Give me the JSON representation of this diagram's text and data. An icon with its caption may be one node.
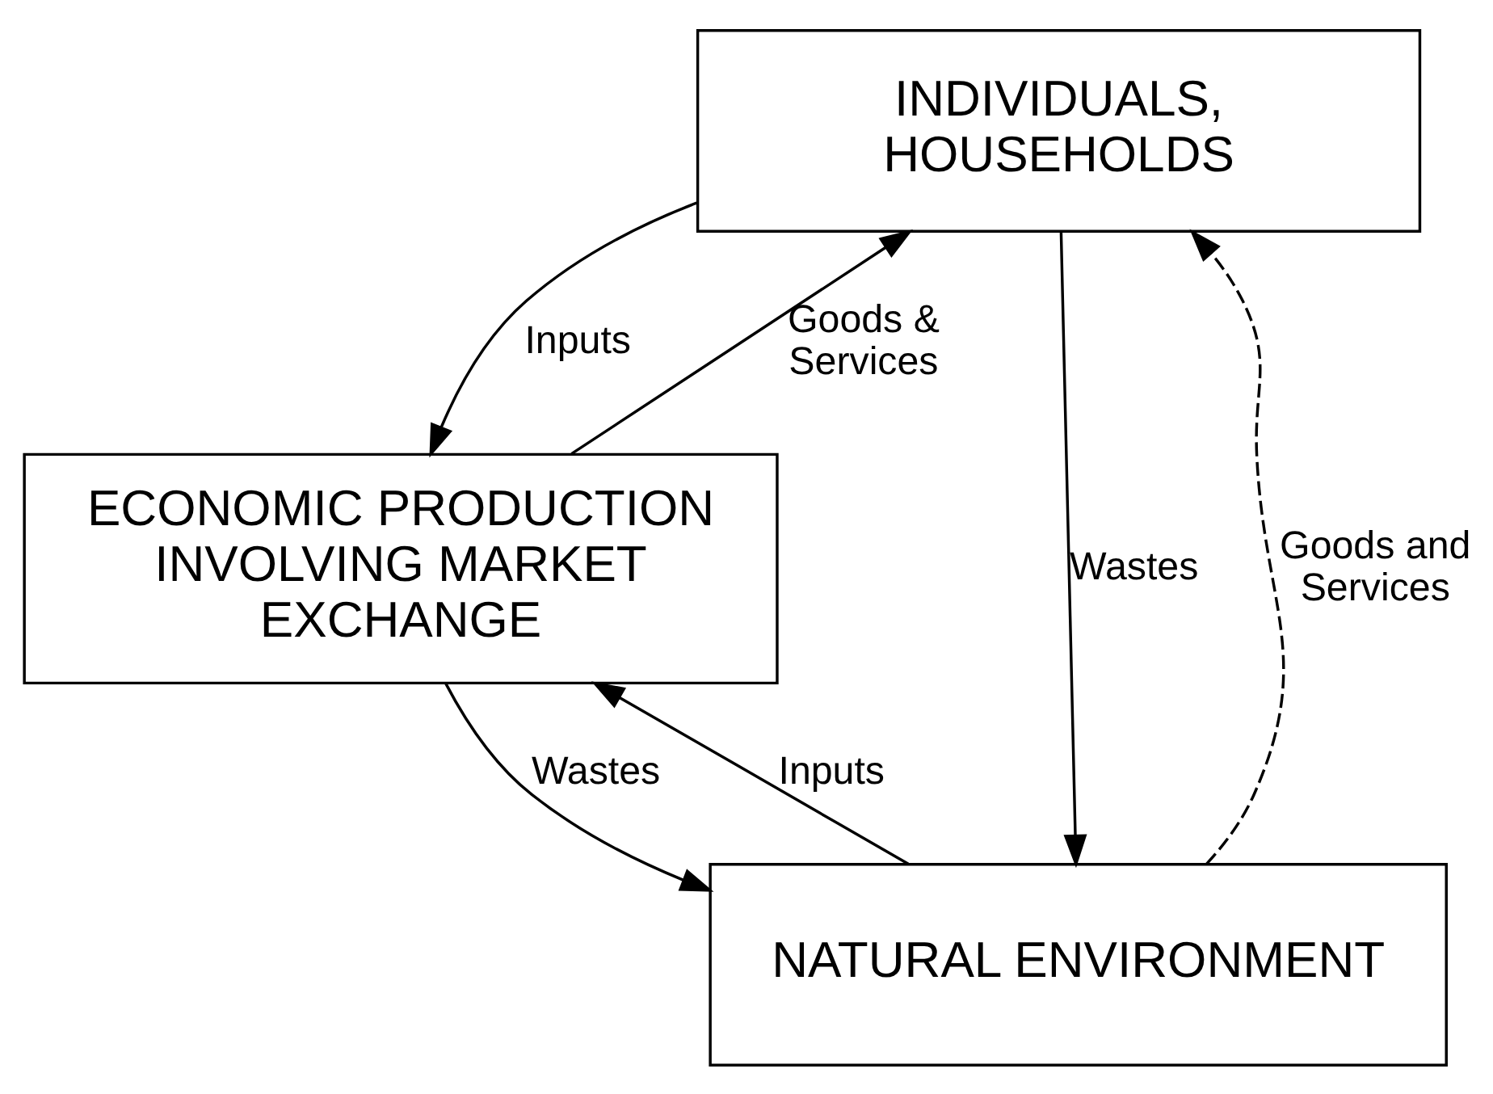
{
  "diagram": {
    "nodes": [
      {
        "text": [
          "INDIVIDUALS, HOUSEHOLDS"
        ]
      },
      {
        "text": [
          "ECONOMIC PRODUCTION INVOLVING MARKET EXCHANGE"
        ]
      },
      {
        "text": [
          "NATURAL ENVIRONMENT"
        ]
      }
    ],
    "edges": [
      {
        "from": 1,
        "to": 0,
        "arrow": "to",
        "label": "Goods & Services"
      },
      {
        "from": 0,
        "to": 1,
        "arrow": "to",
        "label": "Inputs"
      },
      {
        "from": 2,
        "to": 1,
        "arrow": "to",
        "label": "Inputs"
      },
      {
        "from": 1,
        "to": 2,
        "arrow": "to",
        "label": "Wastes"
      },
      {
        "from": 0,
        "to": 2,
        "arrow": "to",
        "label": "Wastes"
      },
      {
        "from": 2,
        "to": 0,
        "arrow": "to",
        "label": "Goods and Services",
        "style": "dashed"
      }
    ]
  }
}
